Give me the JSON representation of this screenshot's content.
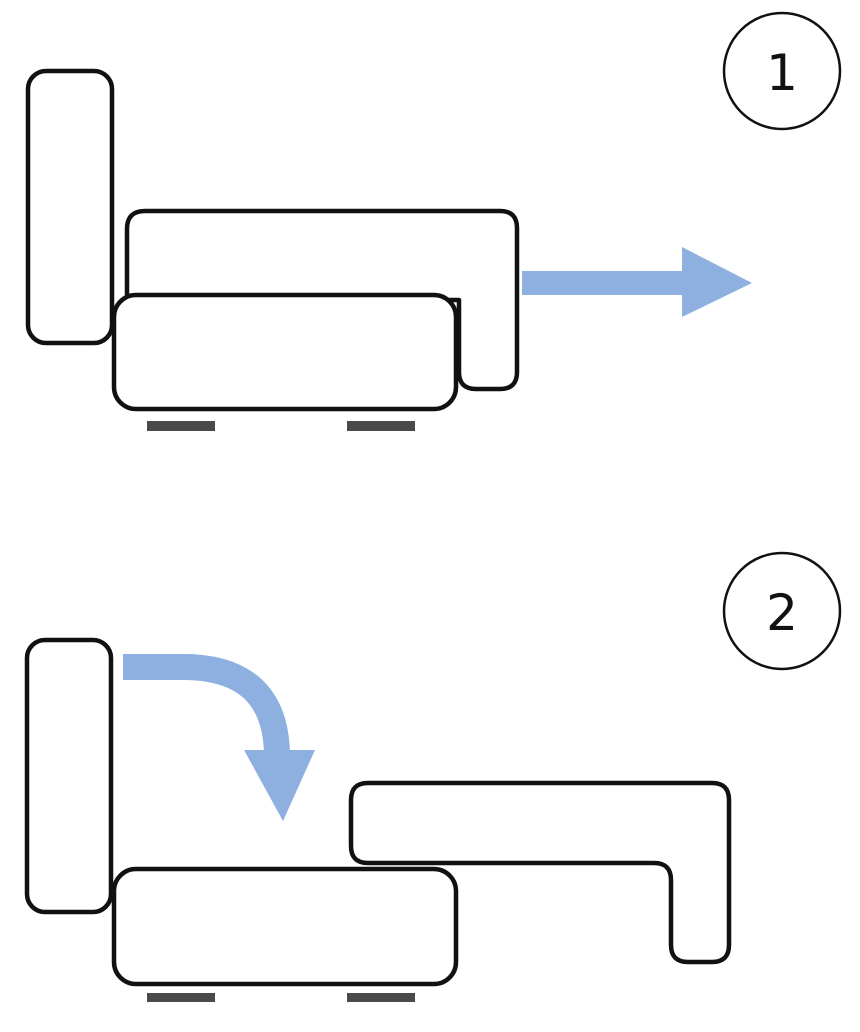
{
  "steps": [
    {
      "number": "1",
      "action": "pull-out"
    },
    {
      "number": "2",
      "action": "fold-down"
    }
  ],
  "colors": {
    "outline": "#111111",
    "arrow": "#8db0e0",
    "legs": "#4a4a4a",
    "background": "#ffffff"
  }
}
